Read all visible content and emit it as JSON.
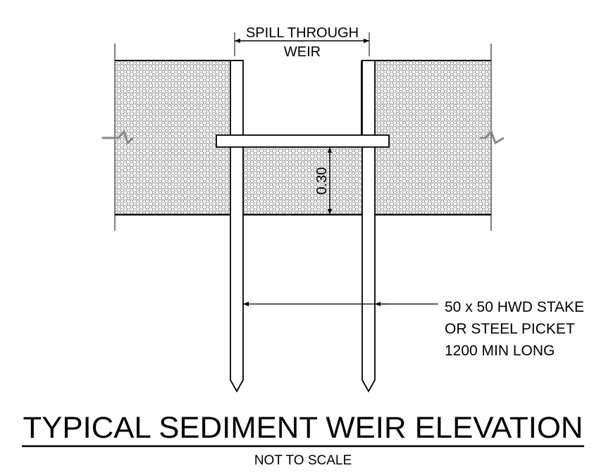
{
  "labels": {
    "weir_line1": "SPILL THROUGH",
    "weir_line2": "WEIR",
    "depth": "0.30",
    "stake_line1": "50 x 50 HWD STAKE",
    "stake_line2": "OR STEEL PICKET",
    "stake_line3": "1200 MIN LONG"
  },
  "title": "TYPICAL SEDIMENT WEIR ELEVATION",
  "subtitle": "NOT TO SCALE",
  "colors": {
    "ink": "#000000",
    "fill_pattern": "#555555",
    "break_line": "#888888"
  }
}
